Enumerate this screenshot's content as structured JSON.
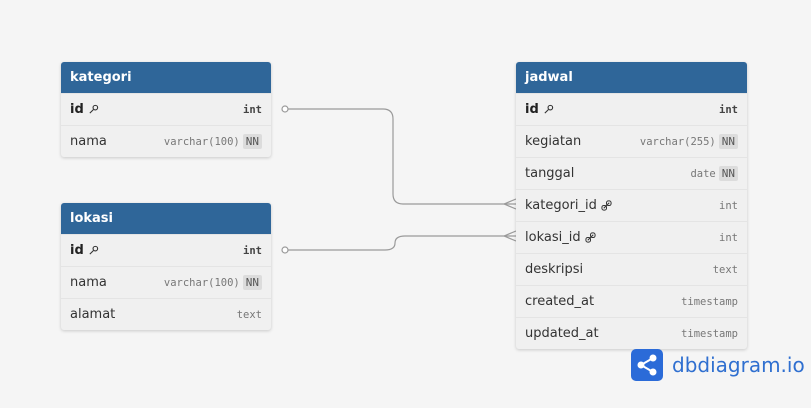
{
  "tables": {
    "kategori": {
      "title": "kategori",
      "fields": [
        {
          "name": "id",
          "type": "int",
          "pk": true,
          "nn": ""
        },
        {
          "name": "nama",
          "type": "varchar(100)",
          "pk": false,
          "nn": "NN"
        }
      ]
    },
    "lokasi": {
      "title": "lokasi",
      "fields": [
        {
          "name": "id",
          "type": "int",
          "pk": true,
          "nn": ""
        },
        {
          "name": "nama",
          "type": "varchar(100)",
          "pk": false,
          "nn": "NN"
        },
        {
          "name": "alamat",
          "type": "text",
          "pk": false,
          "nn": ""
        }
      ]
    },
    "jadwal": {
      "title": "jadwal",
      "fields": [
        {
          "name": "id",
          "type": "int",
          "pk": true,
          "nn": ""
        },
        {
          "name": "kegiatan",
          "type": "varchar(255)",
          "pk": false,
          "nn": "NN"
        },
        {
          "name": "tanggal",
          "type": "date",
          "pk": false,
          "nn": "NN"
        },
        {
          "name": "kategori_id",
          "type": "int",
          "pk": false,
          "nn": "",
          "fk": true
        },
        {
          "name": "lokasi_id",
          "type": "int",
          "pk": false,
          "nn": "",
          "fk": true
        },
        {
          "name": "deskripsi",
          "type": "text",
          "pk": false,
          "nn": ""
        },
        {
          "name": "created_at",
          "type": "timestamp",
          "pk": false,
          "nn": ""
        },
        {
          "name": "updated_at",
          "type": "timestamp",
          "pk": false,
          "nn": ""
        }
      ]
    }
  },
  "relations": [
    {
      "from": "kategori.id",
      "to": "jadwal.kategori_id",
      "type": "one-to-many"
    },
    {
      "from": "lokasi.id",
      "to": "jadwal.lokasi_id",
      "type": "one-to-many"
    }
  ],
  "logo": {
    "text": "dbdiagram.io",
    "icon": "share-nodes-icon"
  },
  "colors": {
    "header": "#2f6699",
    "logo": "#2b6bd8"
  }
}
